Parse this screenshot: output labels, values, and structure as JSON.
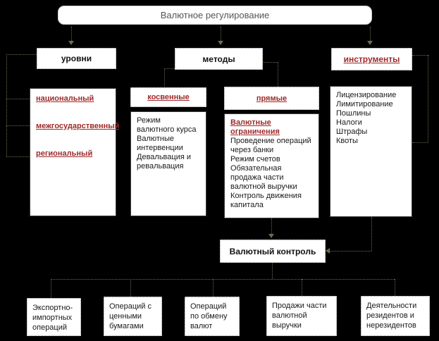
{
  "diagram": {
    "title": "Валютное регулирование",
    "levels": {
      "label": "уровни",
      "items": [
        "национальный",
        "межгосударственный",
        "региональный"
      ]
    },
    "methods": {
      "label": "методы",
      "indirect": {
        "label": "косвенные",
        "items": [
          "Режим валютного курса",
          "Валютные интервенции",
          "Девальвация и ревальвация"
        ]
      },
      "direct": {
        "label": "прямые",
        "subtitle": "Валютные ограничения",
        "items": [
          "Проведение операций через банки",
          "Режим счетов",
          "Обязательная продажа части валютной выручки",
          "Контроль движения капитала"
        ]
      }
    },
    "instruments": {
      "label": "инструменты",
      "items": [
        "Лицензирование",
        "Лимитирование",
        "Пошлины",
        "Налоги",
        "Штрафы",
        "Квоты"
      ]
    },
    "control": {
      "label": "Валютный контроль"
    },
    "control_areas": [
      "Экспортно-импортных операций",
      "Операций с ценными бумагами",
      "Операций по обмену валют",
      "Продажи части валютной выручки",
      "Деятельности резидентов и нерезидентов"
    ]
  },
  "colors": {
    "background": "#000000",
    "box_fill": "#ffffff",
    "red_text": "#9e2a2a",
    "black_text": "#1a1a1a",
    "title_text": "#555555",
    "connector": "#6b6b50"
  }
}
